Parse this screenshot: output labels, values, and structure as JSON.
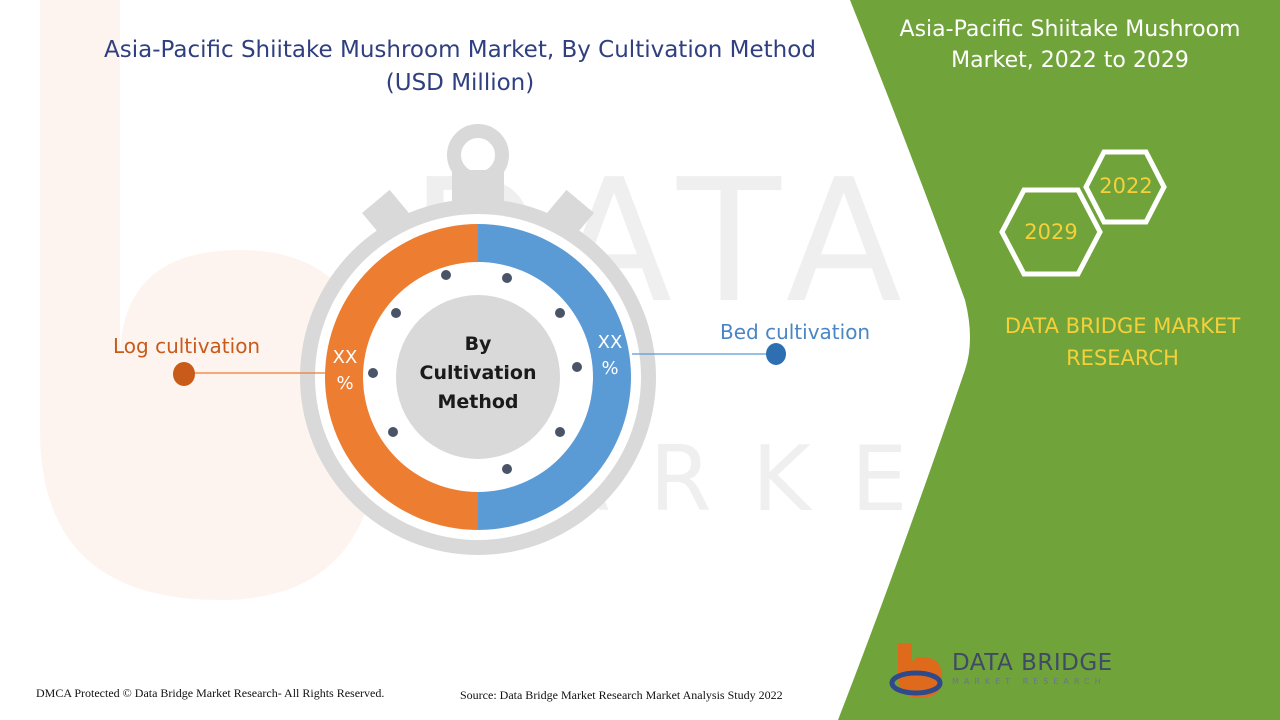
{
  "chart_data": {
    "type": "pie",
    "title": "Asia-Pacific Shiitake Mushroom Market, By Cultivation Method",
    "subtitle": "(USD Million)",
    "center_label": "By Cultivation Method",
    "categories": [
      "Log cultivation",
      "Bed cultivation"
    ],
    "values": [
      50,
      50
    ],
    "value_labels": [
      "XX %",
      "XX %"
    ],
    "colors": [
      "#ed7d31",
      "#5b9bd5"
    ],
    "legend": "leader-lines"
  },
  "header": {
    "title_line1": "Asia-Pacific Shiitake Mushroom Market, By Cultivation Method",
    "title_line2": "(USD Million)"
  },
  "side_panel": {
    "title_line1": "Asia-Pacific Shiitake Mushroom",
    "title_line2": "Market, 2022 to 2029",
    "year_start": "2022",
    "year_end": "2029",
    "brand_line1": "DATA BRIDGE MARKET",
    "brand_line2": "RESEARCH",
    "panel_color": "#70a33a"
  },
  "footer": {
    "copyright": "DMCA Protected © Data Bridge Market Research- All Rights Reserved.",
    "source": "Source: Data Bridge Market Research Market Analysis Study 2022"
  },
  "logo": {
    "name": "DATA BRIDGE",
    "tagline": "MARKET RESEARCH"
  }
}
